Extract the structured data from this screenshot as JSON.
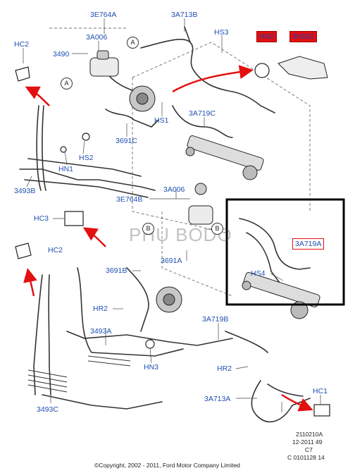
{
  "labels": {
    "hc2_top": "HC2",
    "n3e764a": "3E764A",
    "n3a713b": "3A713B",
    "hs3": "HS3",
    "hn2": "HN2",
    "n3n562": "3N562",
    "n3490": "3490",
    "n3a006_top": "3A006",
    "hs1": "HS1",
    "n3a719c": "3A719C",
    "n3691c": "3691C",
    "hs2": "HS2",
    "hn1": "HN1",
    "n3493b": "3493B",
    "n3e764b": "3E764B",
    "n3a006_mid": "3A006",
    "hc3": "HC3",
    "hc2_mid": "HC2",
    "n3691b": "3691B",
    "n3691a": "3691A",
    "n3a719a": "3A719A",
    "hs4": "HS4",
    "hr2_left": "HR2",
    "n3493a": "3493A",
    "n3a719b": "3A719B",
    "hn3": "HN3",
    "hr2_right": "HR2",
    "n3493c": "3493C",
    "n3a713a": "3A713A",
    "hc1": "HC1"
  },
  "callouts": {
    "a_top": "A",
    "a_left": "A",
    "b_mid": "B",
    "b_right": "B"
  },
  "watermark": "PHU BODO",
  "footer": {
    "code1": "2110210A",
    "code2": "12-2011 49",
    "code3": "C7",
    "code4": "C 0101128 14",
    "copyright": "©Copyright, 2002 - 2011, Ford Motor Company Limited"
  },
  "colors": {
    "label_blue": "#1f4fb0",
    "highlight_red": "#e31010",
    "frame_black": "#000000"
  }
}
